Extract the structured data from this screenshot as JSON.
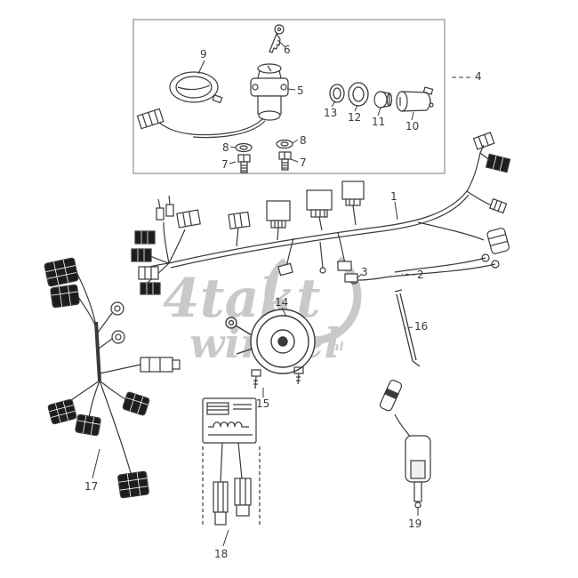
{
  "diagram": {
    "part_labels": {
      "l1": "1",
      "l2": "2",
      "l3": "3",
      "l4": "4",
      "l5": "5",
      "l6": "6",
      "l7a": "7",
      "l7b": "7",
      "l8a": "8",
      "l8b": "8",
      "l9": "9",
      "l10": "10",
      "l11": "11",
      "l12": "12",
      "l13": "13",
      "l14": "14",
      "l15": "15",
      "l16": "16",
      "l17": "17",
      "l18": "18",
      "l19": "19"
    },
    "watermark": {
      "word1": "4takt",
      "word2": "winkel",
      "word3": "nl",
      "color": "#a0a0a0"
    },
    "line_color": "#3a3a3a",
    "box_color": "#8f8f8f"
  }
}
